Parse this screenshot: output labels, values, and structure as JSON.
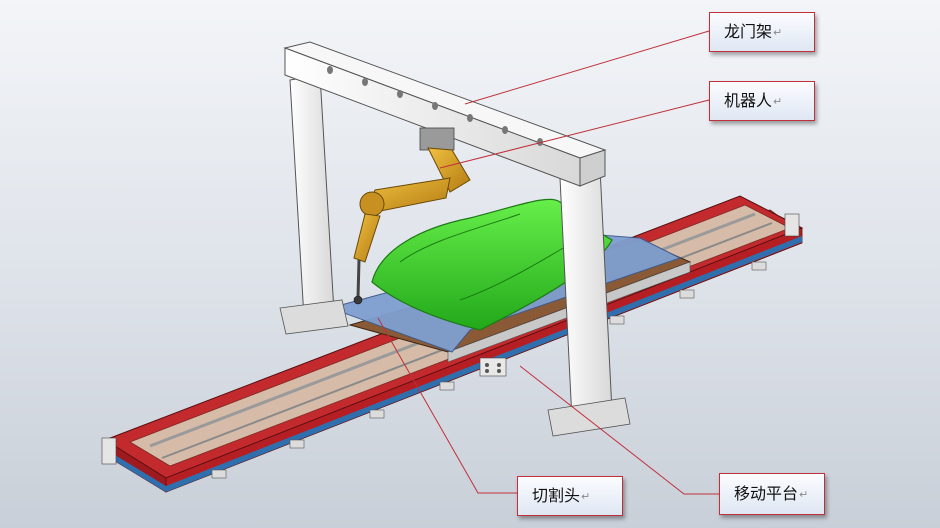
{
  "labels": {
    "gantry": "龙门架",
    "robot": "机器人",
    "cutting_head": "切割头",
    "moving_platform": "移动平台",
    "paragraph_mark": "↵"
  },
  "colors": {
    "rail_red": "#b51f24",
    "rail_blue": "#2f6fae",
    "gantry_white": "#eeeeee",
    "robot_yellow": "#d39a1f",
    "part_green": "#38c92a",
    "sheet_blue": "#7f9fd0",
    "wood": "#8a5a36",
    "leader_red": "#c0303a"
  }
}
